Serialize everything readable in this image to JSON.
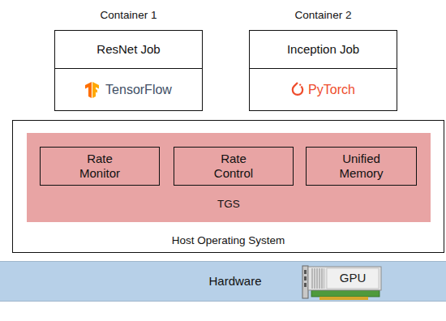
{
  "diagram": {
    "nodes": [
      {
        "text": [
          "Container 1"
        ]
      },
      {
        "text": [
          "ResNet Job"
        ],
        "in": 0
      },
      {
        "text": [
          "TensorFlow"
        ],
        "in": 0
      },
      {
        "text": [
          "Container 2"
        ]
      },
      {
        "text": [
          "Inception Job"
        ],
        "in": 3
      },
      {
        "text": [
          "PyTorch"
        ],
        "in": 3
      },
      {
        "text": [
          "Host Operating System"
        ]
      },
      {
        "text": [
          "TGS"
        ],
        "in": 6
      },
      {
        "text": [
          "Rate Monitor"
        ],
        "in": 7
      },
      {
        "text": [
          "Rate Control"
        ],
        "in": 7
      },
      {
        "text": [
          "Unified Memory"
        ],
        "in": 7
      },
      {
        "text": [
          "Hardware"
        ]
      },
      {
        "text": [
          "GPU"
        ],
        "in": 11
      }
    ]
  }
}
